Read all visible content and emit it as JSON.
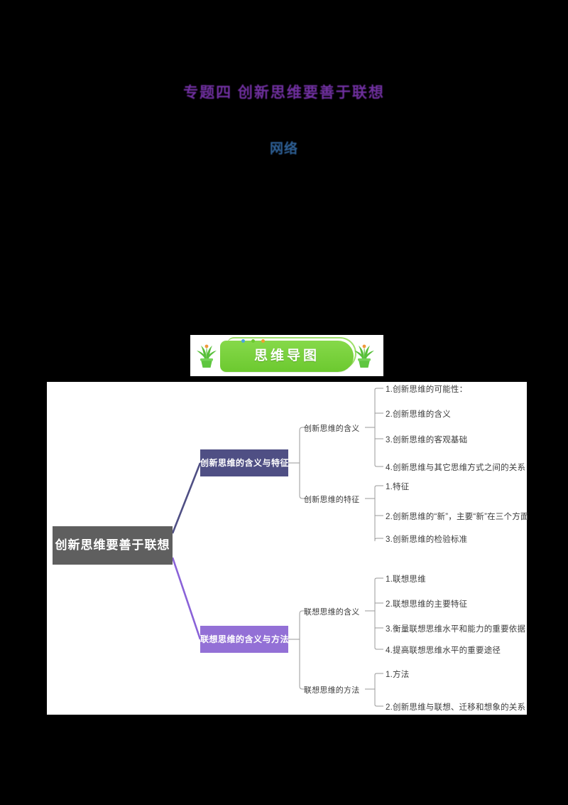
{
  "document": {
    "title": "专题四  创新思维要善于联想",
    "subtitle": "网络"
  },
  "banner": {
    "title": "思维导图",
    "left_plant_icon": "potted-plant-icon",
    "right_plant_icon": "potted-plant-icon",
    "dots": [
      "#4aa3e0",
      "#6cc92f",
      "#f0a030"
    ],
    "plate_color": "#6cc92f"
  },
  "colors": {
    "root_node": "#5f5f5f",
    "branch_1": "#4f4f84",
    "branch_2": "#9370d6",
    "wire_1": "#4f4f84",
    "wire_2": "#8a62d8",
    "wire_thin": "#9a9a9a",
    "text": "#3d3d3d"
  },
  "mindmap": {
    "root": "创新思维要善于联想",
    "branches": [
      {
        "label": "创新思维的含义与特征",
        "groups": [
          {
            "label": "创新思维的含义",
            "items": [
              "1.创新思维的可能性：",
              "2.创新思维的含义",
              "3.创新思维的客观基础",
              "4.创新思维与其它思维方式之间的关系"
            ]
          },
          {
            "label": "创新思维的特征",
            "items": [
              "1.特征",
              "2.创新思维的“新”，主要“新”在三个方面",
              "3.创新思维的检验标准"
            ]
          }
        ]
      },
      {
        "label": "联想思维的含义与方法",
        "groups": [
          {
            "label": "联想思维的含义",
            "items": [
              "1.联想思维",
              "2.联想思维的主要特征",
              "3.衡量联想思维水平和能力的重要依据",
              "4.提高联想思维水平的重要途径"
            ]
          },
          {
            "label": "联想思维的方法",
            "items": [
              "1.方法",
              "2.创新思维与联想、迁移和想象的关系"
            ]
          }
        ]
      }
    ]
  }
}
